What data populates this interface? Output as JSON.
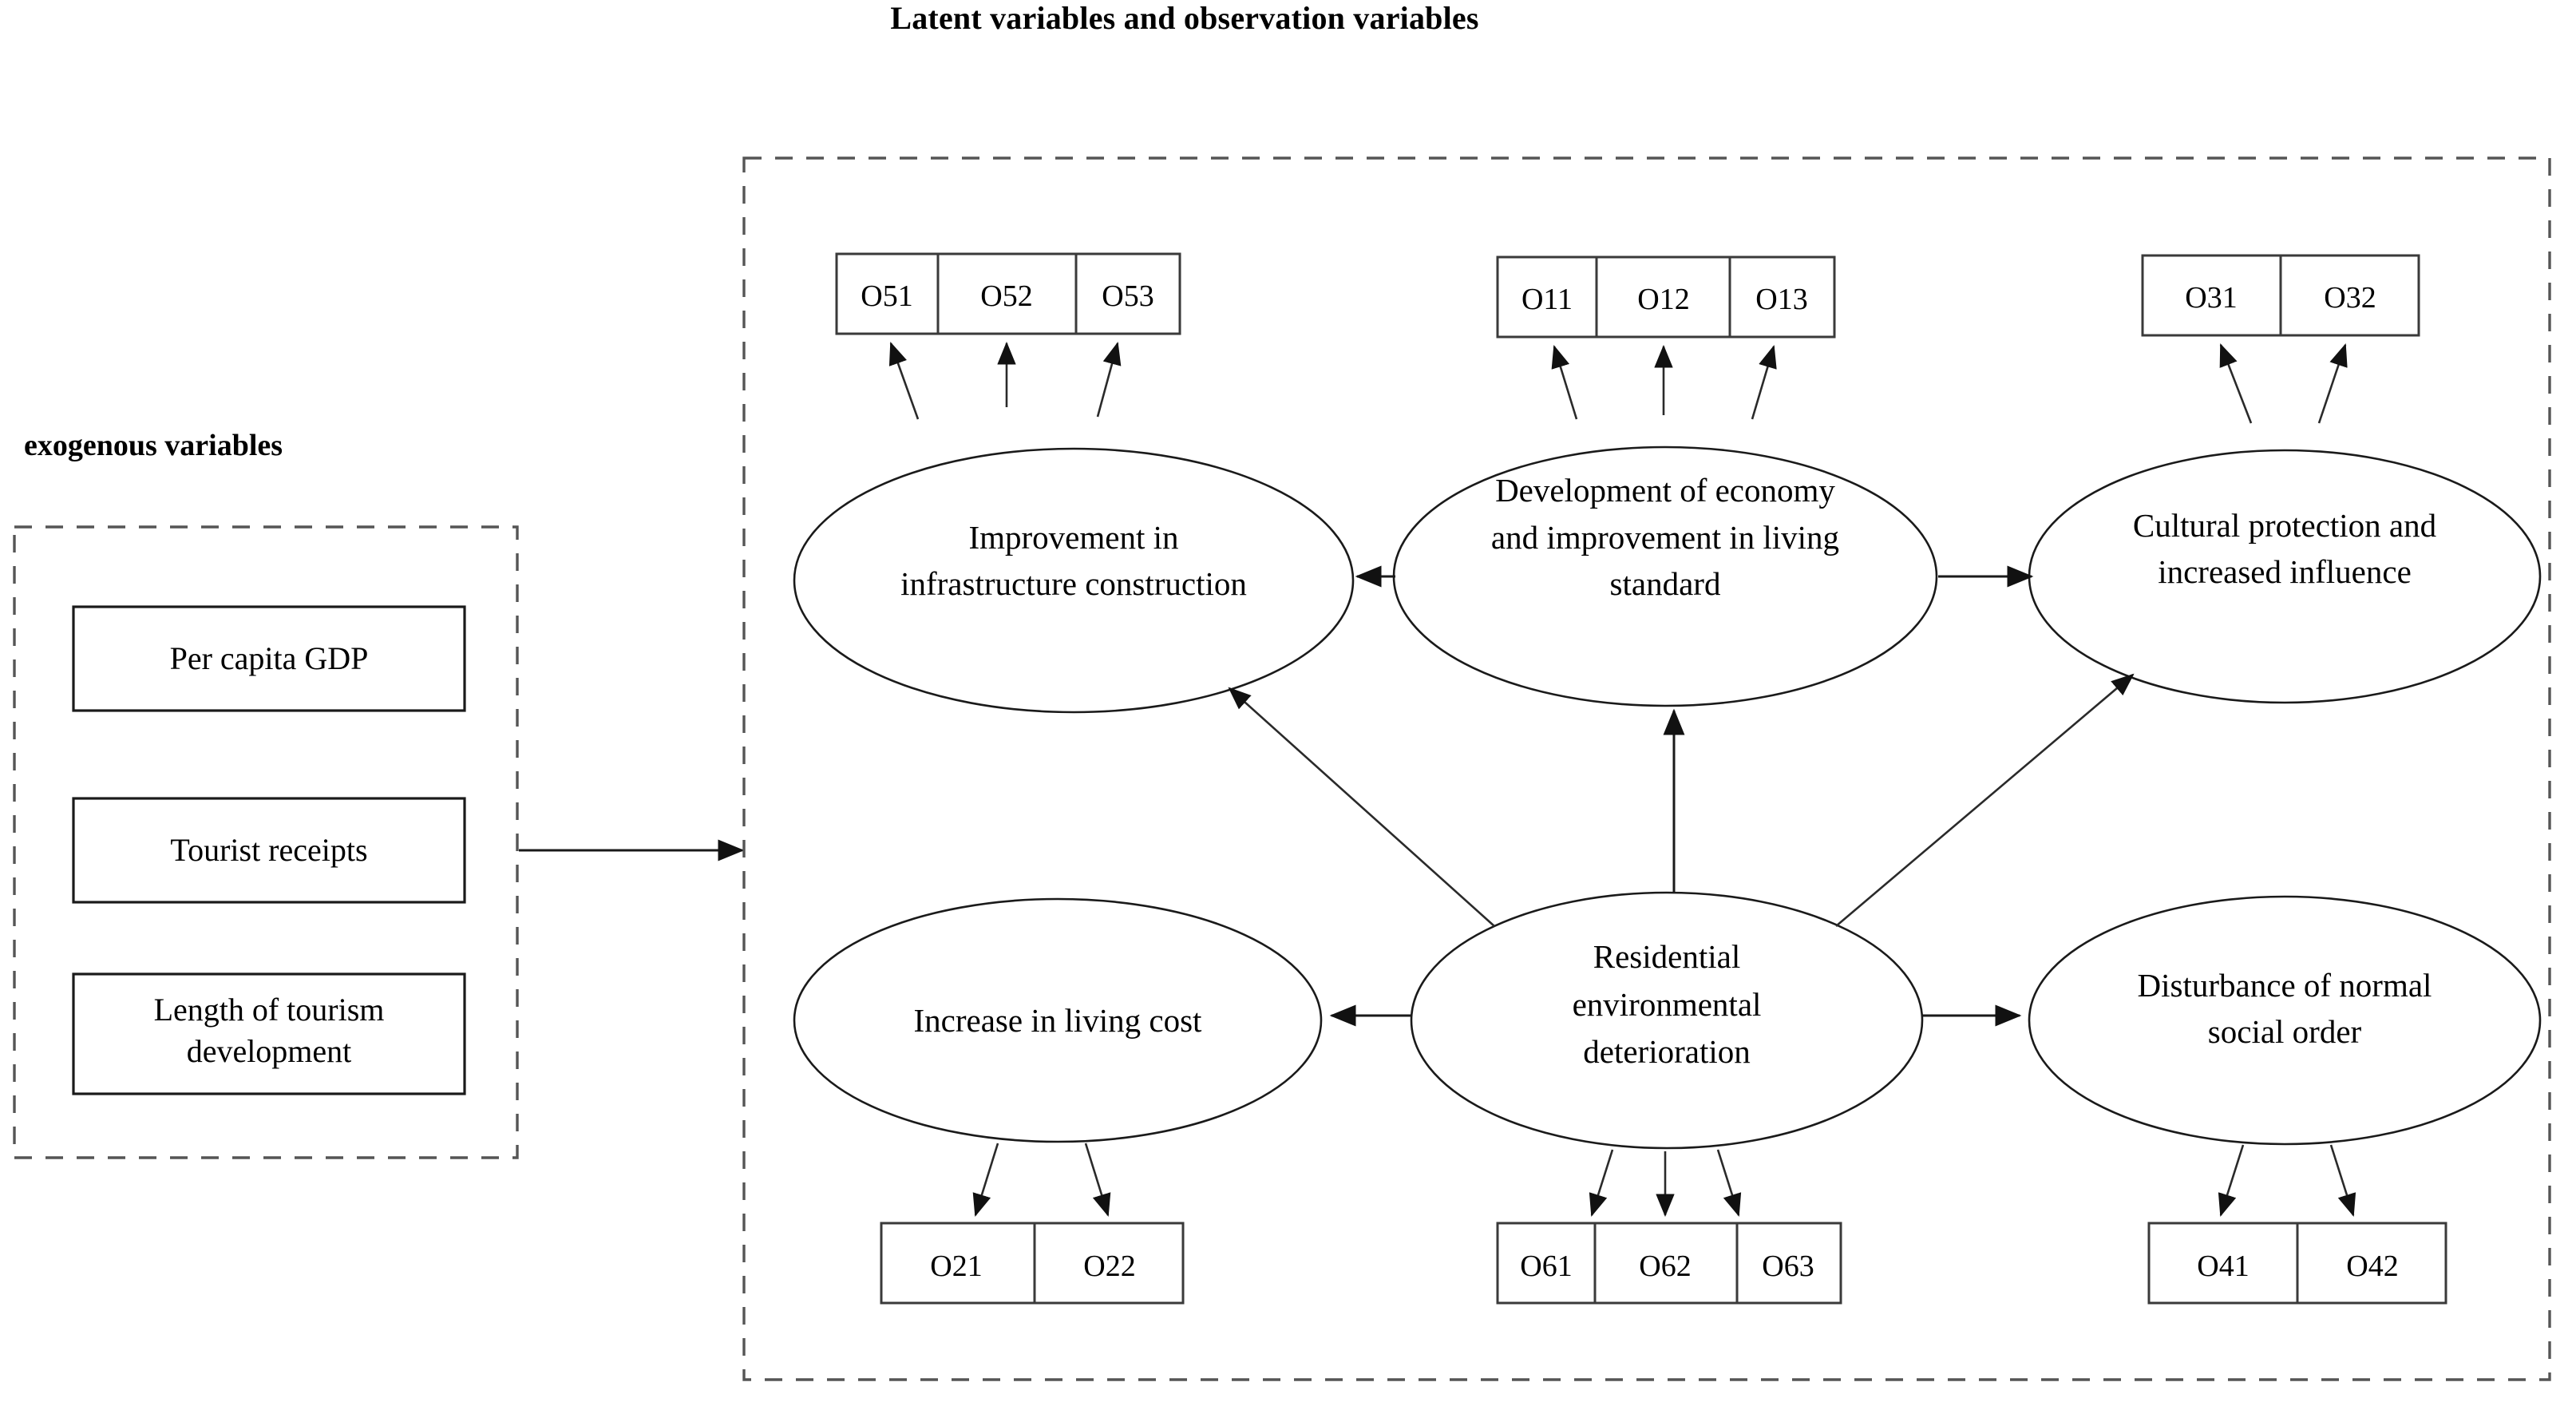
{
  "title": "Latent variables and observation variables",
  "exogenous": {
    "label": "exogenous variables",
    "items": [
      {
        "text": "Per capita GDP"
      },
      {
        "text": "Tourist receipts"
      },
      {
        "text_line1": "Length of tourism",
        "text_line2": "development"
      }
    ]
  },
  "observation_groups": {
    "o5": [
      "O51",
      "O52",
      "O53"
    ],
    "o1": [
      "O11",
      "O12",
      "O13"
    ],
    "o3": [
      "O31",
      "O32"
    ],
    "o2": [
      "O21",
      "O22"
    ],
    "o6": [
      "O61",
      "O62",
      "O63"
    ],
    "o4": [
      "O41",
      "O42"
    ]
  },
  "latent_nodes": {
    "infrastructure": {
      "line1": "Improvement in",
      "line2": "infrastructure construction"
    },
    "economy": {
      "line1": "Development of economy",
      "line2": "and improvement in living",
      "line3": "standard"
    },
    "cultural": {
      "line1": "Cultural protection and",
      "line2": "increased influence"
    },
    "living_cost": {
      "line1": "Increase in  living cost"
    },
    "residential": {
      "line1": "Residential",
      "line2": "environmental",
      "line3": "deterioration"
    },
    "social_order": {
      "line1": "Disturbance of normal",
      "line2": "social order"
    }
  },
  "colors": {
    "stroke": "#1a1a1a",
    "dashed": "#555555",
    "background": "#ffffff"
  }
}
